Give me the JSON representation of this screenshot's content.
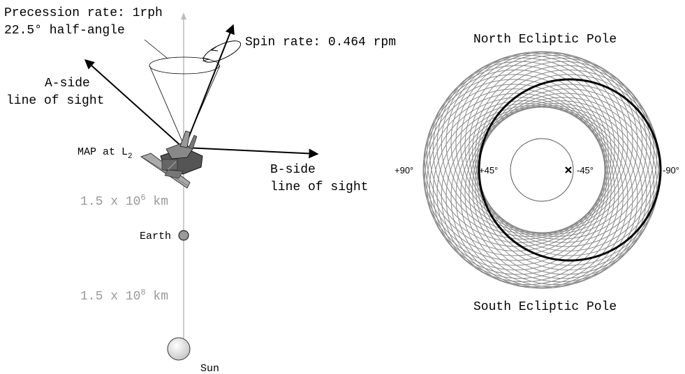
{
  "left_panel": {
    "precession": {
      "line1": "Precession rate: 1rph",
      "line2": "22.5° half-angle"
    },
    "spin": {
      "label": "Spin rate: 0.464 rpm"
    },
    "a_side": {
      "line1": "A-side",
      "line2": "line of sight"
    },
    "b_side": {
      "line1": "B-side",
      "line2": "line of sight"
    },
    "map_label": {
      "text": "MAP at L",
      "subscript": "2"
    },
    "dist_l2": {
      "prefix": "1.5 x 10",
      "exponent": "6",
      "suffix": " km"
    },
    "earth_label": "Earth",
    "dist_sun": {
      "prefix": "1.5 x 10",
      "exponent": "8",
      "suffix": " km"
    },
    "sun_label": "Sun"
  },
  "right_panel": {
    "north_label": "North Ecliptic Pole",
    "south_label": "South Ecliptic Pole",
    "tick_labels": [
      "+90°",
      "+45°",
      "-45°",
      "-90°"
    ],
    "scan_loop_count": 36
  },
  "colors": {
    "axis_gray": "#bbbbbb",
    "scan_gray": "#888888",
    "text_gray": "#999999",
    "ink": "#000000"
  }
}
